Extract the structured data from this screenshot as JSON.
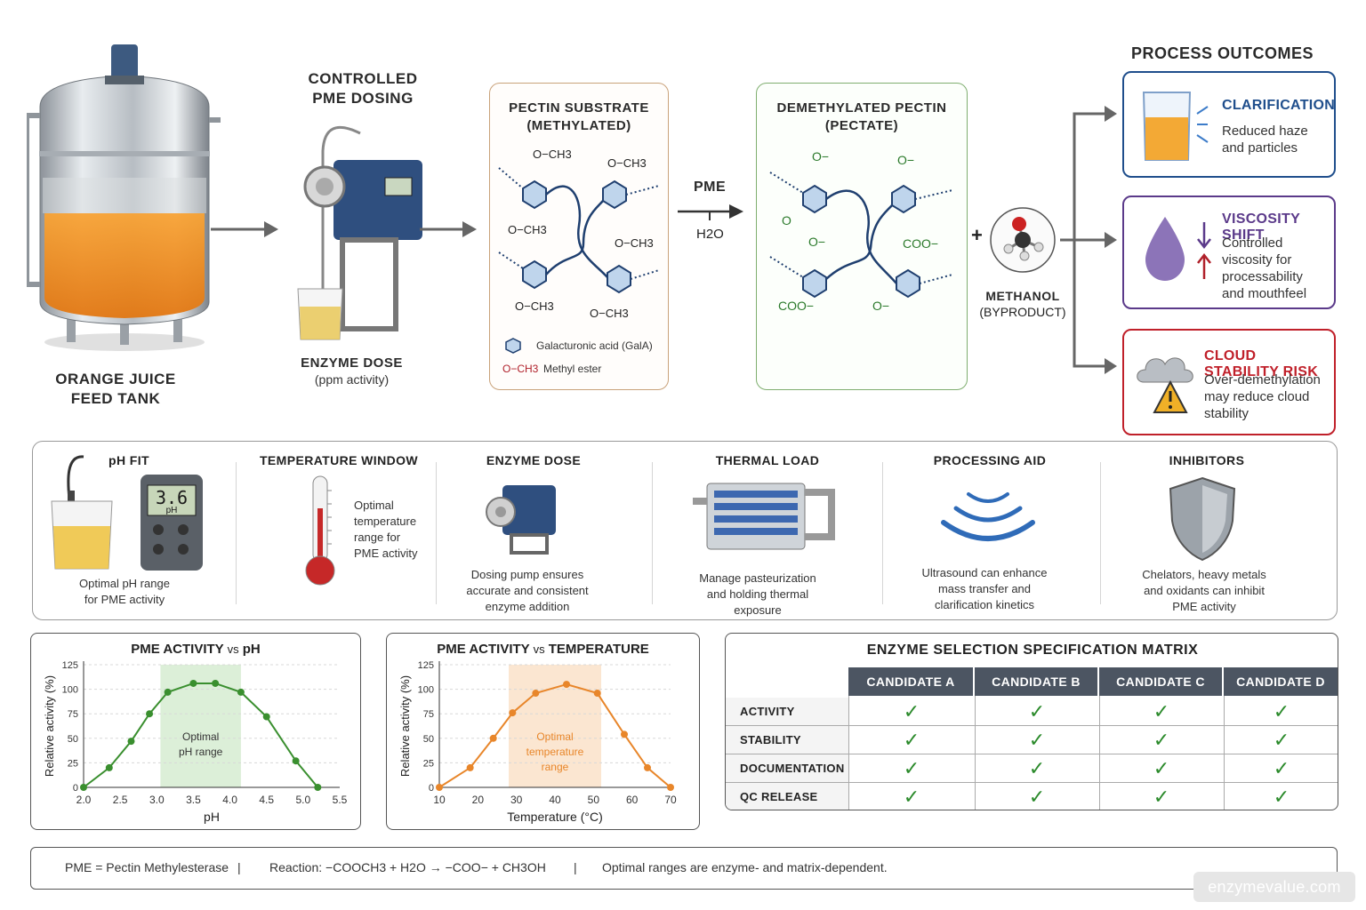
{
  "flow": {
    "tank_label_1": "ORANGE JUICE",
    "tank_label_2": "FEED TANK",
    "dosing_title_1": "CONTROLLED",
    "dosing_title_2": "PME DOSING",
    "enzyme_dose_label": "ENZYME DOSE",
    "enzyme_dose_sub": "(ppm activity)",
    "pectin_title_1": "PECTIN SUBSTRATE",
    "pectin_title_2": "(METHYLATED)",
    "och3": "O−CH3",
    "legend_gala": "Galacturonic acid (GalA)",
    "legend_ester_sym": "O−CH3",
    "legend_ester": "Methyl ester",
    "pme_label": "PME",
    "h2o_label": "H2O",
    "demethyl_title_1": "DEMETHYLATED PECTIN",
    "demethyl_title_2": "(PECTATE)",
    "o_minus": "O−",
    "coo_minus": "COO−",
    "o_plain": "O",
    "plus": "+",
    "methanol_1": "METHANOL",
    "methanol_2": "(BYPRODUCT)"
  },
  "outcomes": {
    "title": "PROCESS OUTCOMES",
    "items": [
      {
        "title": "CLARIFICATION",
        "lines": [
          "Reduced haze",
          "and particles"
        ],
        "color": "#1f4e8c"
      },
      {
        "title": "VISCOSITY SHIFT",
        "lines": [
          "Controlled",
          "viscosity for",
          "processability",
          "and mouthfeel"
        ],
        "color": "#5b3a8a"
      },
      {
        "title": "CLOUD STABILITY RISK",
        "lines": [
          "Over-demethylation",
          "may reduce cloud",
          "stability"
        ],
        "color": "#c0202a"
      }
    ]
  },
  "factors": [
    {
      "title": "pH FIT",
      "desc": [
        "Optimal pH range",
        "for PME activity"
      ],
      "meter_value": "3.6",
      "meter_unit": "pH"
    },
    {
      "title": "TEMPERATURE WINDOW",
      "desc": [
        "Optimal",
        "temperature",
        "range for",
        "PME activity"
      ]
    },
    {
      "title": "ENZYME DOSE",
      "desc": [
        "Dosing pump ensures",
        "accurate and consistent",
        "enzyme addition"
      ]
    },
    {
      "title": "THERMAL LOAD",
      "desc": [
        "Manage pasteurization",
        "and holding thermal",
        "exposure"
      ]
    },
    {
      "title": "PROCESSING AID",
      "desc": [
        "Ultrasound can enhance",
        "mass transfer and",
        "clarification kinetics"
      ]
    },
    {
      "title": "INHIBITORS",
      "desc": [
        "Chelators, heavy metals",
        "and oxidants can inhibit",
        "PME activity"
      ]
    }
  ],
  "chart_data": [
    {
      "type": "line",
      "title_main": "PME ACTIVITY",
      "title_vs": "vs",
      "title_tail": "pH",
      "xlabel": "pH",
      "ylabel": "Relative activity (%)",
      "xlim": [
        2.0,
        5.5
      ],
      "ylim": [
        0,
        125
      ],
      "xticks": [
        "2.0",
        "2.5",
        "3.0",
        "3.5",
        "4.0",
        "4.5",
        "5.0",
        "5.5"
      ],
      "xtick_values": [
        2.0,
        2.5,
        3.0,
        3.5,
        4.0,
        4.5,
        5.0,
        5.5
      ],
      "yticks": [
        0,
        25,
        50,
        75,
        100,
        125
      ],
      "x": [
        2.0,
        2.35,
        2.65,
        2.9,
        3.15,
        3.5,
        3.8,
        4.15,
        4.5,
        4.9,
        5.2
      ],
      "y": [
        0,
        20,
        47,
        75,
        97,
        106,
        106,
        97,
        72,
        27,
        0
      ],
      "band": [
        3.05,
        4.15
      ],
      "band_label_1": "Optimal",
      "band_label_2": "pH range",
      "color": "#3a8f2f",
      "band_color": "#dcefd8"
    },
    {
      "type": "line",
      "title_main": "PME ACTIVITY",
      "title_vs": "vs",
      "title_tail": "TEMPERATURE",
      "xlabel": "Temperature (°C)",
      "ylabel": "Relative activity (%)",
      "xlim": [
        10,
        70
      ],
      "ylim": [
        0,
        125
      ],
      "xticks": [
        "10",
        "20",
        "30",
        "40",
        "50",
        "60",
        "70"
      ],
      "xtick_values": [
        10,
        20,
        30,
        40,
        50,
        60,
        70
      ],
      "yticks": [
        0,
        25,
        50,
        75,
        100,
        125
      ],
      "x": [
        10,
        18,
        24,
        29,
        35,
        43,
        51,
        58,
        64,
        70
      ],
      "y": [
        0,
        20,
        50,
        76,
        96,
        105,
        96,
        54,
        20,
        0
      ],
      "band": [
        28,
        52
      ],
      "band_label_1": "Optimal",
      "band_label_2": "temperature",
      "band_label_3": "range",
      "color": "#e8862a",
      "band_color": "#fbe6d1"
    }
  ],
  "matrix": {
    "title": "ENZYME SELECTION SPECIFICATION MATRIX",
    "columns": [
      "CANDIDATE A",
      "CANDIDATE B",
      "CANDIDATE C",
      "CANDIDATE D"
    ],
    "rows": [
      "ACTIVITY",
      "STABILITY",
      "DOCUMENTATION",
      "QC RELEASE"
    ],
    "check": "✓"
  },
  "footer": {
    "def": "PME = Pectin Methylesterase",
    "sep": "|",
    "reaction": "Reaction: −COOCH3 + H2O → −COO− + CH3OH",
    "note": "Optimal ranges are enzyme- and matrix-dependent."
  },
  "watermark": "enzymevalue.com"
}
